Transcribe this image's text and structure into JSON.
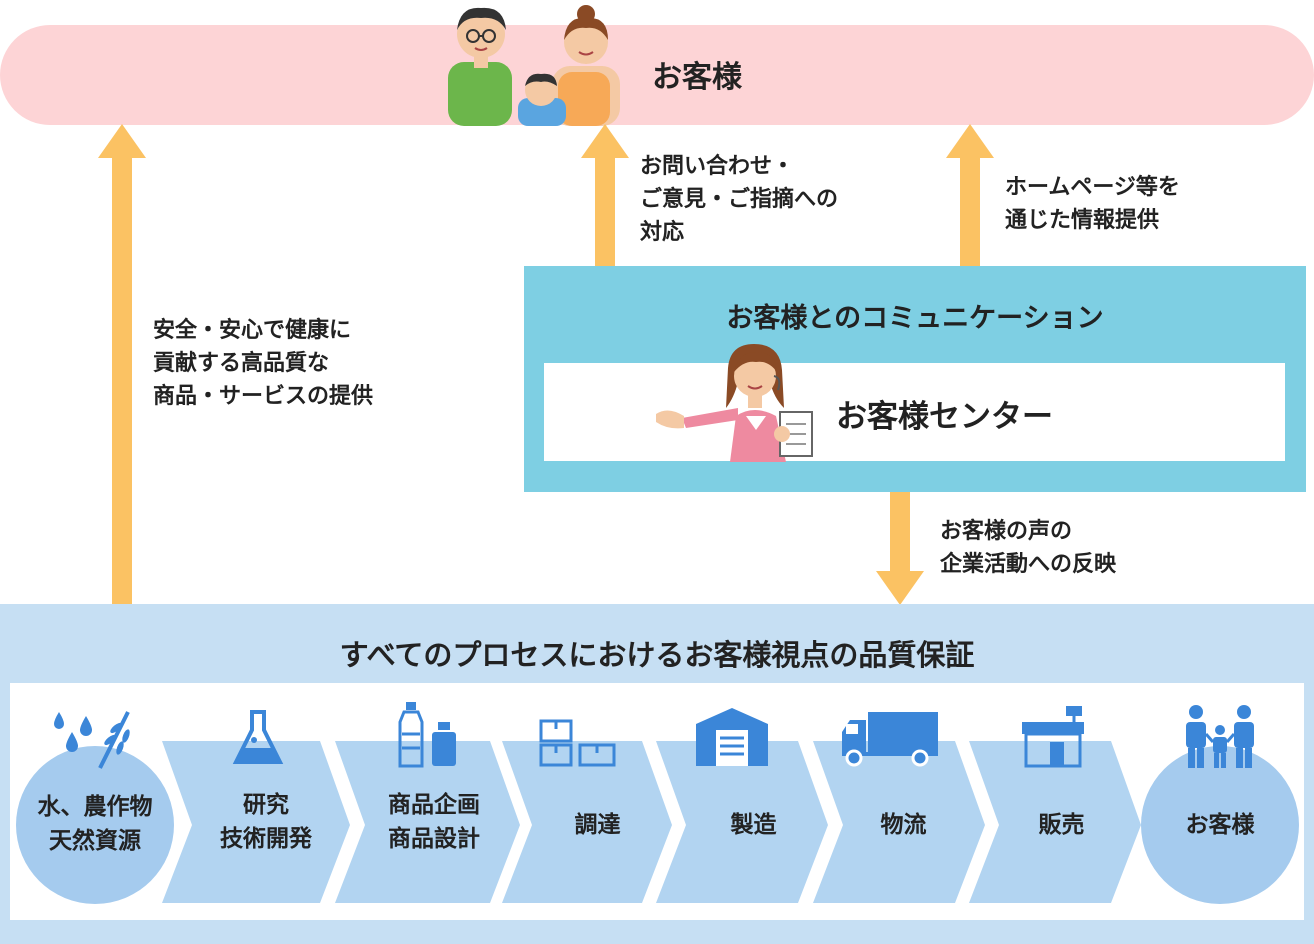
{
  "customer_bar": {
    "label": "お客様"
  },
  "notes": {
    "left_1": "安全・安心で健康に",
    "left_2": "貢献する高品質な",
    "left_3": "商品・サービスの提供",
    "inquiry_1": "お問い合わせ・",
    "inquiry_2": "ご意見・ご指摘への",
    "inquiry_3": "対応",
    "web_1": "ホームページ等を",
    "web_2": "通じた情報提供",
    "voice_1": "お客様の声の",
    "voice_2": "企業活動への反映"
  },
  "communication": {
    "title": "お客様とのコミュニケーション",
    "center_label": "お客様センター"
  },
  "quality": {
    "title": "すべてのプロセスにおけるお客様視点の品質保証",
    "steps": [
      {
        "line1": "水、農作物",
        "line2": "天然資源",
        "icon": "water-crop-icon"
      },
      {
        "line1": "研究",
        "line2": "技術開発",
        "icon": "flask-icon"
      },
      {
        "line1": "商品企画",
        "line2": "商品設計",
        "icon": "bottles-icon"
      },
      {
        "line1": "調達",
        "line2": "",
        "icon": "boxes-icon"
      },
      {
        "line1": "製造",
        "line2": "",
        "icon": "factory-icon"
      },
      {
        "line1": "物流",
        "line2": "",
        "icon": "truck-icon"
      },
      {
        "line1": "販売",
        "line2": "",
        "icon": "store-icon"
      },
      {
        "line1": "お客様",
        "line2": "",
        "icon": "family-icon"
      }
    ]
  },
  "colors": {
    "customer_bar": "#fdd4d6",
    "arrow": "#fbc263",
    "communication_box": "#7ecfe3",
    "quality_band": "#c6dff3",
    "chevron": "#b2d4f1",
    "icon_blue": "#3b86d8",
    "circle": "#a5cbee"
  }
}
